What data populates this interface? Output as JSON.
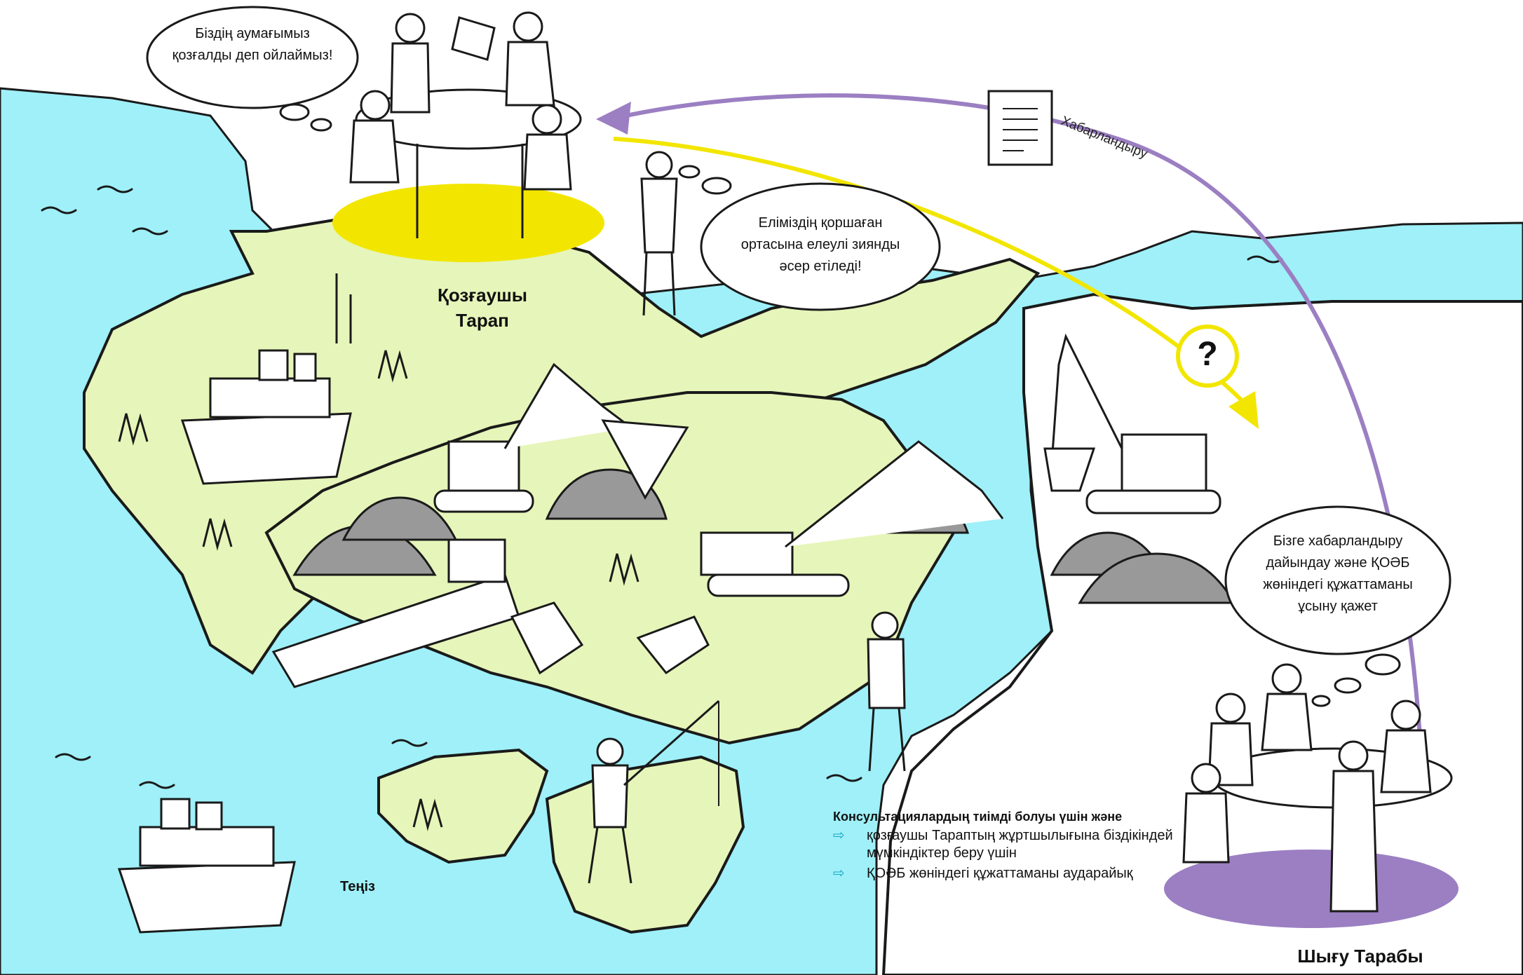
{
  "bubbles": {
    "initiator_thought": "Біздің аумағымыз қозғалды деп ойлаймыз!",
    "observer_thought": "Еліміздің қоршаған ортасына елеулі зиянды әсер етіледі!",
    "origin_thought": "Бізге хабарландыру дайындау және ҚОӘБ жөніндегі құжаттаманы ұсыну қажет"
  },
  "labels": {
    "affected_party": "Қозғаушы Тарап",
    "origin_party": "Шығу Тарабы",
    "sea": "Теңіз",
    "notification": "Хабарландыру",
    "question_mark": "?"
  },
  "consultation": {
    "heading": "Консультациялардың тиімді болуы үшін және",
    "items": [
      "қозғаушы Тараптың жұртшылығына біздікіндей мүмкіндіктер беру үшін",
      "ҚОӘБ жөніндегі құжаттаманы аударайық"
    ]
  },
  "colors": {
    "water": "#9ff0f8",
    "land": "#e6f5b9",
    "highlight_affected": "#f2e600",
    "highlight_origin": "#9b7fc2",
    "notification_arrow": "#9b7fc2",
    "question_arrow": "#f2e600",
    "bullet_arrow": "#1aa8c8",
    "outline": "#1a1a1a",
    "pile": "#999999"
  },
  "icons": {
    "notification_document": "document-icon",
    "bullet": "arrow-right-icon"
  }
}
